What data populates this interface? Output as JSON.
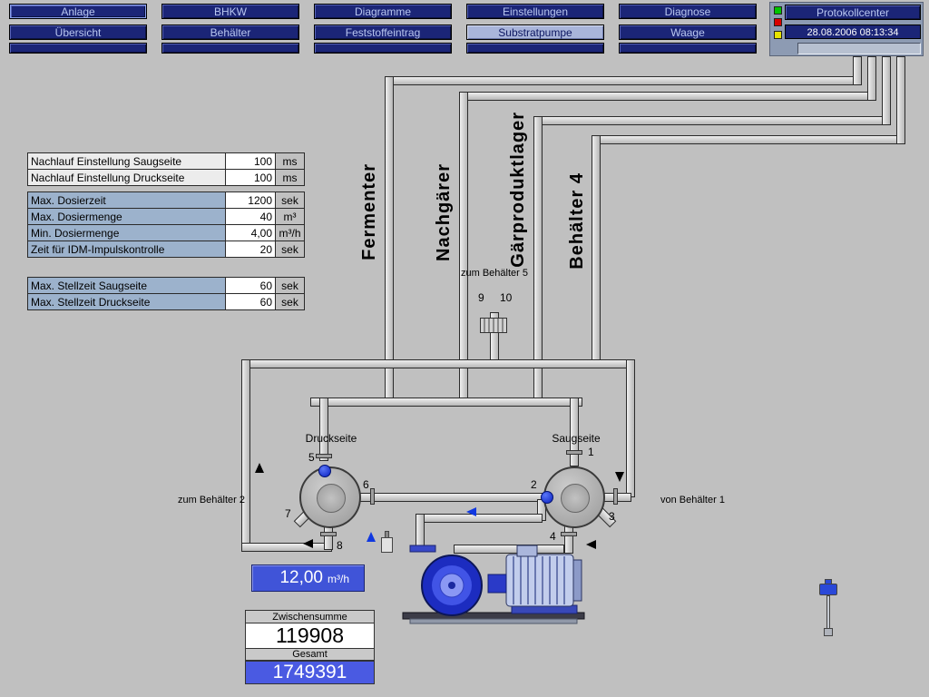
{
  "nav": {
    "buttons_row1": [
      {
        "label": "Anlage"
      },
      {
        "label": "BHKW"
      },
      {
        "label": "Diagramme"
      },
      {
        "label": "Einstellungen"
      },
      {
        "label": "Diagnose"
      }
    ],
    "buttons_row2": [
      {
        "label": "Übersicht"
      },
      {
        "label": "Behälter"
      },
      {
        "label": "Feststoffeintrag"
      },
      {
        "label": "Substratpumpe"
      },
      {
        "label": "Waage"
      }
    ],
    "protokollcenter_label": "Protokollcenter",
    "datetime": "28.08.2006 08:13:34"
  },
  "parameters": {
    "nachlauf": {
      "rows": [
        {
          "label": "Nachlauf Einstellung Saugseite",
          "value": "100",
          "unit": "ms"
        },
        {
          "label": "Nachlauf Einstellung Druckseite",
          "value": "100",
          "unit": "ms"
        }
      ]
    },
    "dosierung": {
      "rows": [
        {
          "label": "Max. Dosierzeit",
          "value": "1200",
          "unit": "sek"
        },
        {
          "label": "Max. Dosiermenge",
          "value": "40",
          "unit": "m³"
        },
        {
          "label": "Min.  Dosiermenge",
          "value": "4,00",
          "unit": "m³/h"
        },
        {
          "label": "Zeit für IDM-Impulskontrolle",
          "value": "20",
          "unit": "sek"
        }
      ]
    },
    "stellzeit": {
      "rows": [
        {
          "label": "Max. Stellzeit Saugseite",
          "value": "60",
          "unit": "sek"
        },
        {
          "label": "Max. Stellzeit Druckseite",
          "value": "60",
          "unit": "sek"
        }
      ]
    }
  },
  "diagram": {
    "tanks": [
      "Fermenter",
      "Nachgärer",
      "Gärproduktlager",
      "Behälter 4"
    ],
    "branch_label": "zum Behälter 5",
    "valve_9": "9",
    "valve_10": "10",
    "druckseite_label": "Druckseite",
    "saugseite_label": "Saugseite",
    "zum_behaelter_2": "zum Behälter 2",
    "von_behaelter_1": "von Behälter 1",
    "druck_valves": [
      "5",
      "6",
      "7",
      "8"
    ],
    "saug_valves": [
      "1",
      "2",
      "3",
      "4"
    ]
  },
  "flow_display": {
    "value": "12,00",
    "unit": "m³/h"
  },
  "counters": {
    "subtotal_label": "Zwischensumme",
    "subtotal_value": "119908",
    "total_label": "Gesamt",
    "total_value": "1749391"
  },
  "colors": {
    "navy": "#1b2577",
    "btn_text": "#b8c6f0",
    "active_bg": "#a9b5da",
    "flow_blue": "#4054d8",
    "total_blue": "#4a5ae2",
    "ind_green": "#00c400",
    "ind_red": "#d80000",
    "ind_yellow": "#e6e200"
  }
}
